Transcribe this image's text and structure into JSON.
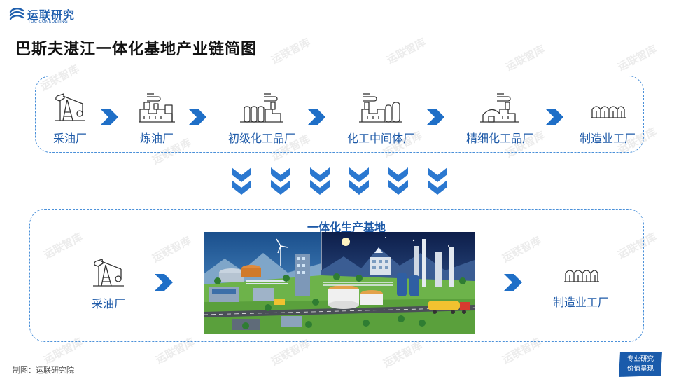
{
  "brand": {
    "name_cn": "运联研究",
    "name_en": "TUC CONSULTING"
  },
  "title": "巴斯夫湛江一体化基地产业链简图",
  "top_chain": {
    "stages": [
      {
        "label": "采油厂",
        "icon": "oil-pump-jack-icon"
      },
      {
        "label": "炼油厂",
        "icon": "refinery-icon"
      },
      {
        "label": "初级化工品厂",
        "icon": "primary-chemical-plant-icon"
      },
      {
        "label": "化工中间体厂",
        "icon": "chemical-intermediate-plant-icon"
      },
      {
        "label": "精细化工品厂",
        "icon": "fine-chemical-plant-icon"
      },
      {
        "label": "制造业工厂",
        "icon": "manufacturing-factory-icon"
      }
    ]
  },
  "bottom_chain": {
    "base_title": "一体化生产基地",
    "left_label": "采油厂",
    "right_label": "制造业工厂"
  },
  "footer": {
    "credit": "制图：运联研究院",
    "badge_line1": "专业研究",
    "badge_line2": "价值呈现"
  },
  "watermark": "运联智库",
  "colors": {
    "accent_blue": "#1e5aa8",
    "arrow_blue": "#1f6fc7",
    "chevron_blue": "#2b78d0",
    "badge_blue": "#1a5bab"
  }
}
